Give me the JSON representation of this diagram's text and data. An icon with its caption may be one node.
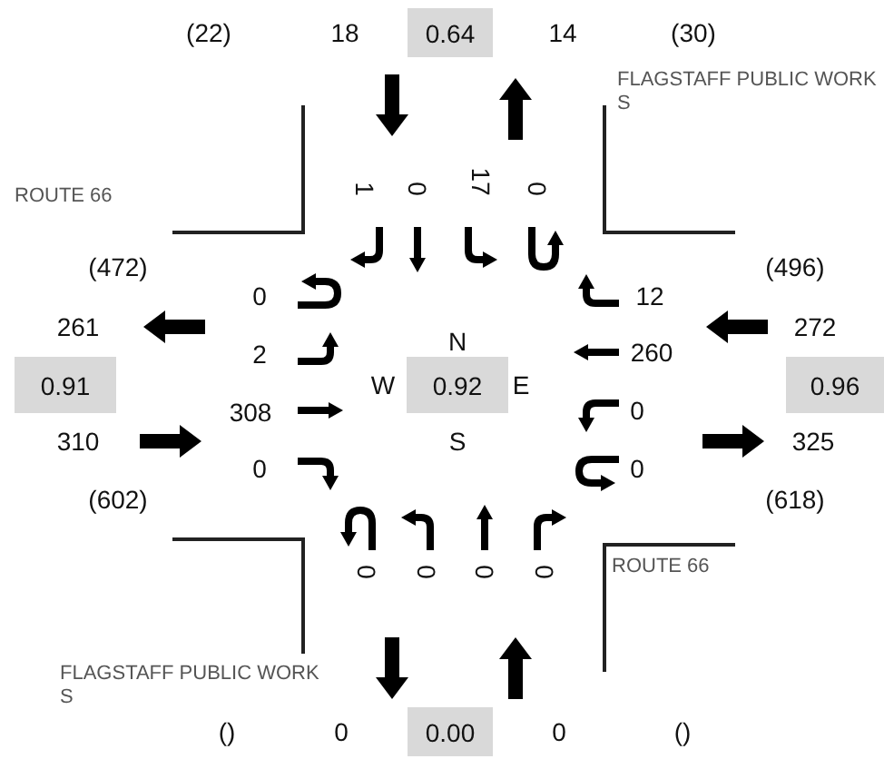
{
  "diagram": {
    "labels": [
      "(22)",
      "18",
      "0.64",
      "14",
      "(30)",
      "FLAGSTAFF PUBLIC WORKS",
      "ROUTE 66",
      "1",
      "0",
      "17",
      "0",
      "(472)",
      "(496)",
      "0",
      "12",
      "261",
      "272",
      "N",
      "2",
      "260",
      "0.91",
      "W",
      "0.92",
      "E",
      "0.96",
      "308",
      "0",
      "310",
      "S",
      "325",
      "0",
      "0",
      "(602)",
      "(618)",
      "0",
      "0",
      "0",
      "0",
      "ROUTE 66",
      "FLAGSTAFF PUBLIC WORKS",
      "()",
      "0",
      "0.00",
      "0",
      "()"
    ]
  }
}
